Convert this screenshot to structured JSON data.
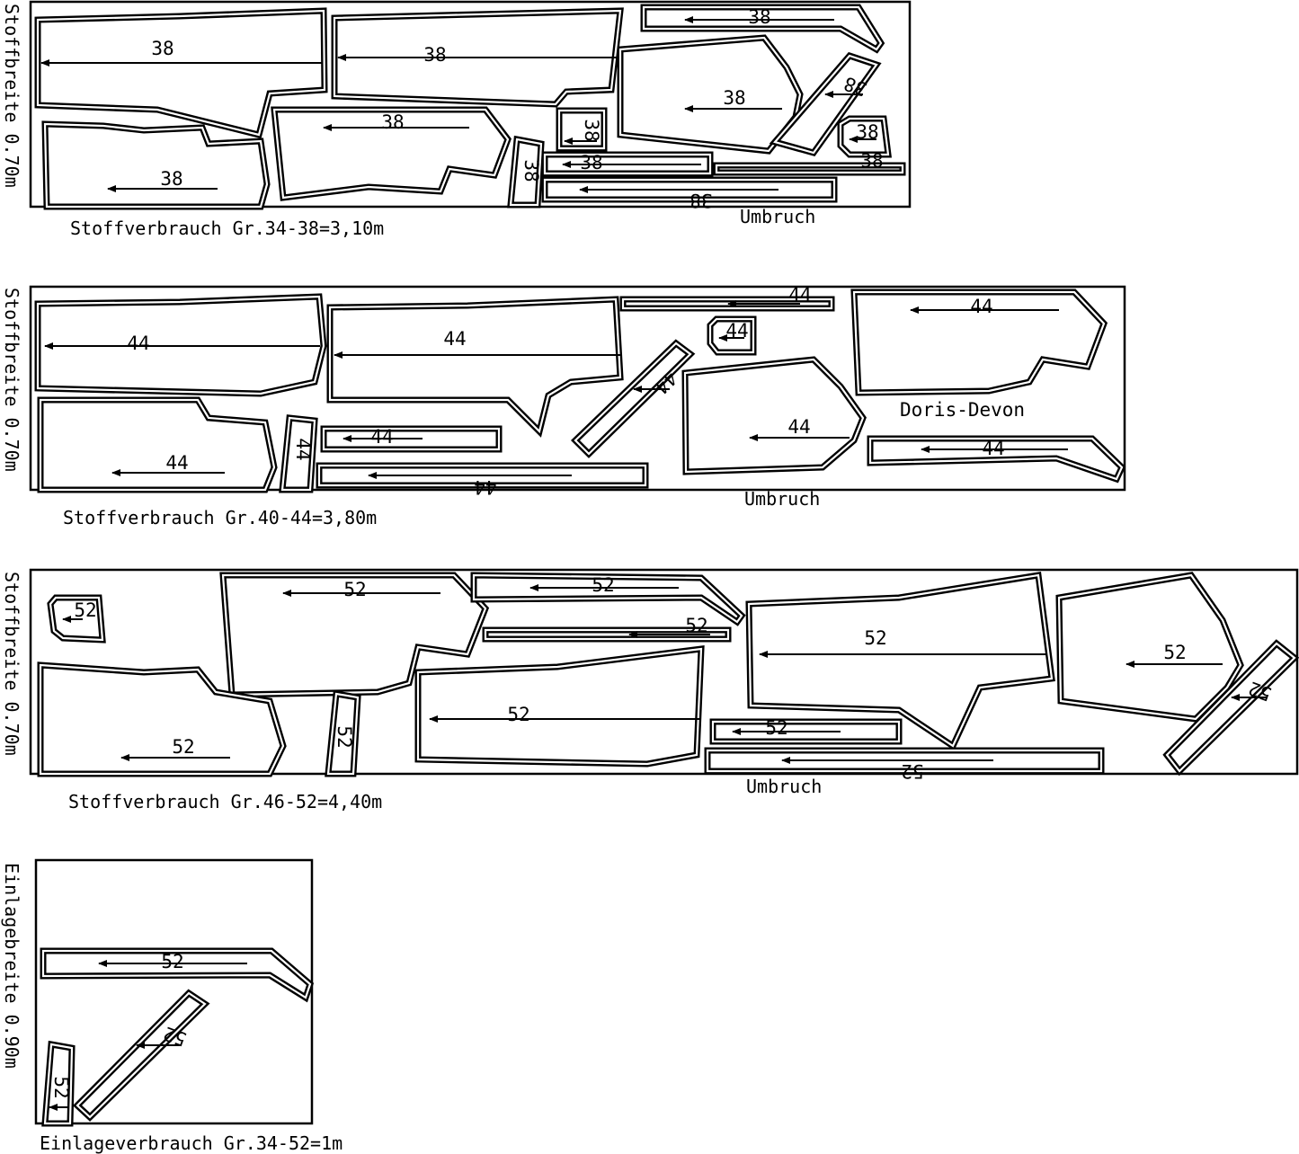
{
  "panels": [
    {
      "side_label": "Stoffbreite 0.70m",
      "caption": "Stoffverbrauch Gr.34-38=3,10m",
      "fold_label": "Umbruch",
      "pieces": [
        "38",
        "38",
        "38",
        "38",
        "38",
        "38",
        "38",
        "38",
        "38",
        "38",
        "38",
        "38",
        "38"
      ]
    },
    {
      "side_label": "Stoffbreite 0.70m",
      "caption": "Stoffverbrauch Gr.40-44=3,80m",
      "fold_label": "Umbruch",
      "pattern_name": "Doris-Devon",
      "pieces": [
        "44",
        "44",
        "44",
        "44",
        "44",
        "44",
        "44",
        "44",
        "44",
        "44",
        "44",
        "44"
      ]
    },
    {
      "side_label": "Stoffbreite 0.70m",
      "caption": "Stoffverbrauch Gr.46-52=4,40m",
      "fold_label": "Umbruch",
      "pieces": [
        "52",
        "52",
        "52",
        "52",
        "52",
        "52",
        "52",
        "52",
        "52",
        "52",
        "52",
        "52"
      ]
    },
    {
      "side_label": "Einlagebreite 0.90m",
      "caption": "Einlageverbrauch Gr.34-52=1m",
      "pieces": [
        "52",
        "52",
        "52"
      ]
    }
  ]
}
